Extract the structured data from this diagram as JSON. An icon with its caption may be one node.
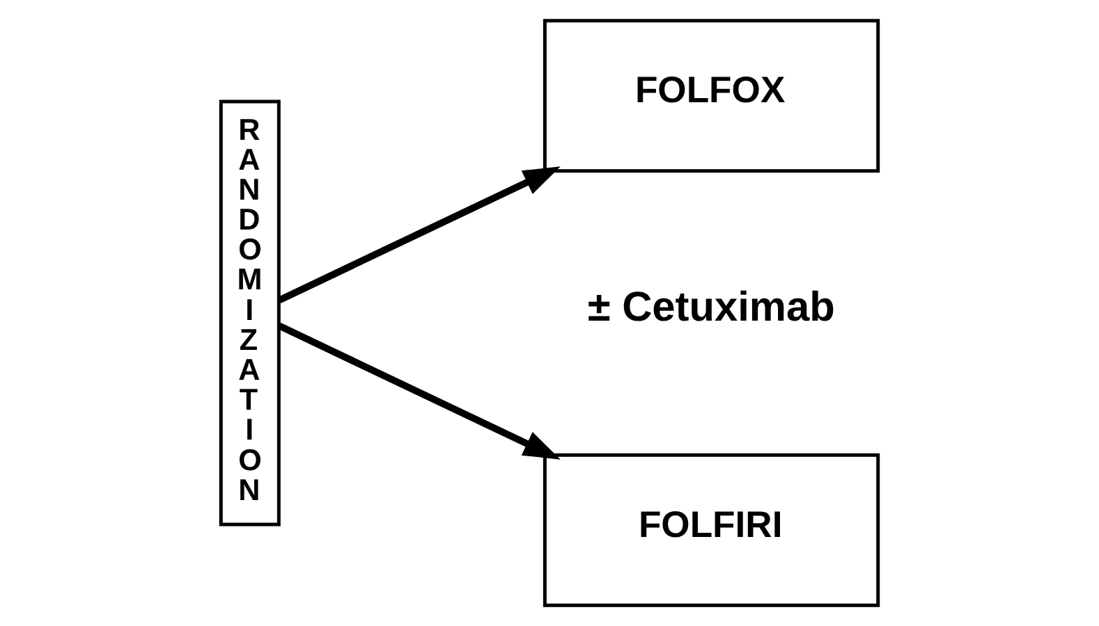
{
  "diagram": {
    "nodes": [
      {
        "text": [
          "RANDOMIZATION"
        ]
      },
      {
        "text": [
          "FOLFOX"
        ]
      },
      {
        "text": [
          "FOLFIRI"
        ]
      }
    ],
    "edges": [
      {
        "from": 0,
        "to": 1,
        "arrow": "to"
      },
      {
        "from": 0,
        "to": 2,
        "arrow": "to"
      }
    ],
    "labels": [
      "± Cetuximab"
    ]
  }
}
